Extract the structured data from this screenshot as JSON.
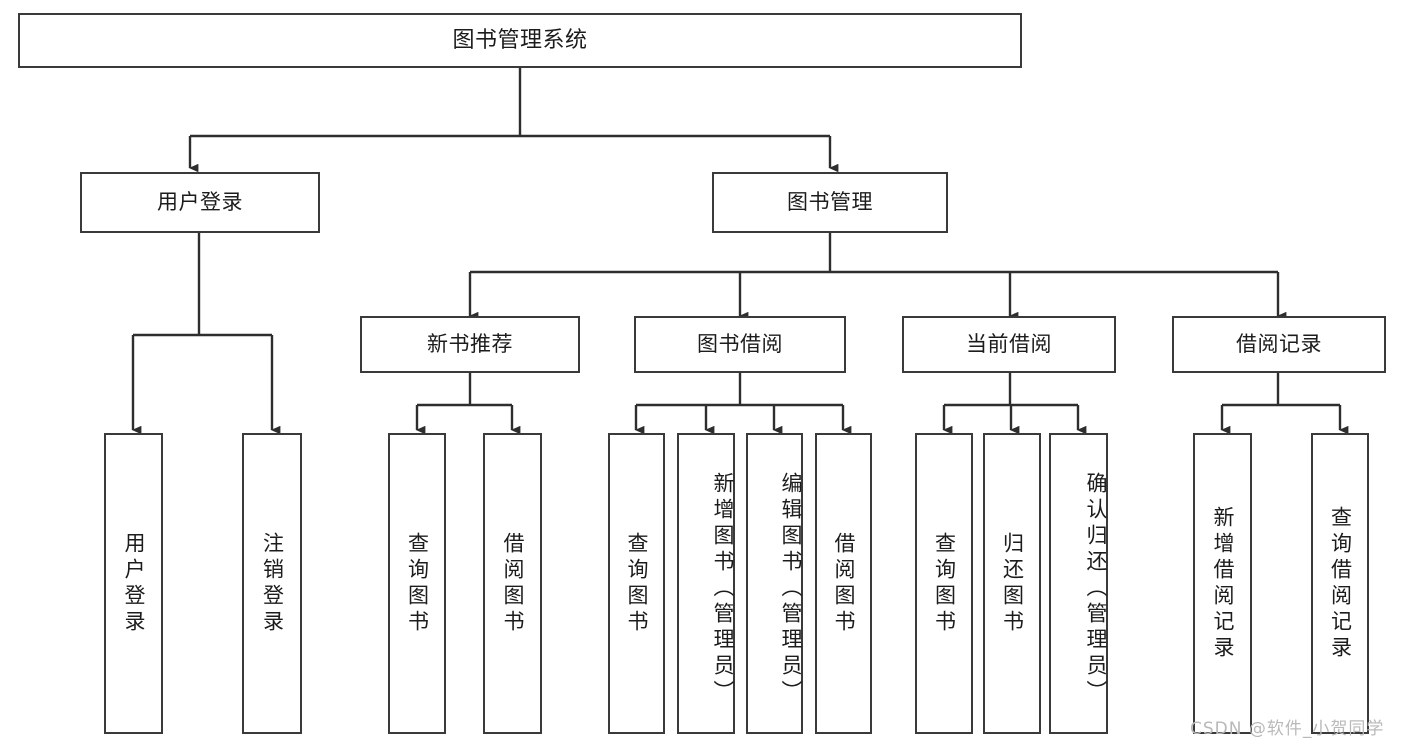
{
  "diagram": {
    "title": "图书管理系统",
    "type": "tree",
    "watermark": "CSDN @软件_小贺同学",
    "colors": {
      "background": "#ffffff",
      "box_border": "#3a3a3a",
      "box_fill": "#ffffff",
      "connector": "#2e2e2e",
      "text": "#1c1c1c",
      "watermark": "#b9b9b9"
    },
    "levels": {
      "root": {
        "label": "图书管理系统"
      },
      "level2": [
        {
          "id": "user-login",
          "label": "用户登录"
        },
        {
          "id": "book-manage",
          "label": "图书管理"
        }
      ],
      "level3": [
        {
          "id": "new-book-rec",
          "label": "新书推荐"
        },
        {
          "id": "book-borrow",
          "label": "图书借阅"
        },
        {
          "id": "current-borrow",
          "label": "当前借阅"
        },
        {
          "id": "borrow-record",
          "label": "借阅记录"
        }
      ],
      "leaves": {
        "user_login": [
          {
            "id": "leaf-user-login",
            "label": "用户登录"
          },
          {
            "id": "leaf-logout",
            "label": "注销登录"
          }
        ],
        "new_book_rec": [
          {
            "id": "leaf-query-book-1",
            "label": "查询图书"
          },
          {
            "id": "leaf-borrow-book-1",
            "label": "借阅图书"
          }
        ],
        "book_borrow": [
          {
            "id": "leaf-query-book-2",
            "label": "查询图书"
          },
          {
            "id": "leaf-add-book",
            "label": "新增图书（管理员）"
          },
          {
            "id": "leaf-edit-book",
            "label": "编辑图书（管理员）"
          },
          {
            "id": "leaf-borrow-book-2",
            "label": "借阅图书"
          }
        ],
        "current_borrow": [
          {
            "id": "leaf-query-book-3",
            "label": "查询图书"
          },
          {
            "id": "leaf-return-book",
            "label": "归还图书"
          },
          {
            "id": "leaf-confirm-return",
            "label": "确认归还（管理员）"
          }
        ],
        "borrow_record": [
          {
            "id": "leaf-add-record",
            "label": "新增借阅记录"
          },
          {
            "id": "leaf-query-record",
            "label": "查询借阅记录"
          }
        ]
      }
    }
  }
}
